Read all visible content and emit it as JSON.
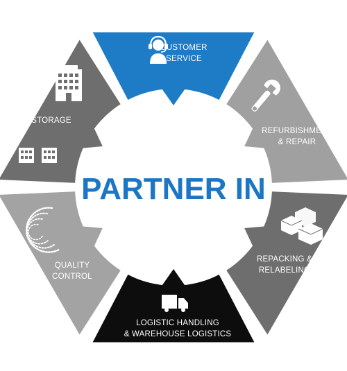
{
  "center": {
    "title": "PARTNER IN"
  },
  "segments": [
    {
      "id": "customer-service",
      "lines": [
        "CUSTOMER",
        "SERVICE"
      ],
      "color": "#1e7bc6",
      "icon": "headset-agent-icon",
      "arrow_color": "#1e7bc6"
    },
    {
      "id": "refurbishment-repair",
      "lines": [
        "REFURBISHMENT",
        "& REPAIR"
      ],
      "color": "#a0a0a0",
      "icon": "wrench-icon",
      "arrow_color": "#a0a0a0"
    },
    {
      "id": "repacking-relabeling",
      "lines": [
        "REPACKING &",
        "RELABELING"
      ],
      "color": "#6e6e6e",
      "icon": "boxes-icon",
      "arrow_color": "#6e6e6e"
    },
    {
      "id": "logistic-handling",
      "lines": [
        "LOGISTIC HANDLING",
        "& WAREHOUSE LOGISTICS"
      ],
      "color": "#0d0d0d",
      "icon": "truck-icon",
      "arrow_color": "#0d0d0d"
    },
    {
      "id": "quality-control",
      "lines": [
        "QUALITY",
        "CONTROL"
      ],
      "color": "#a3a3a3",
      "icon": "quality-swirl-icon",
      "arrow_color": "#a3a3a3"
    },
    {
      "id": "storage",
      "lines": [
        "STORAGE"
      ],
      "color": "#6e6e6e",
      "icon": "warehouse-buildings-icon",
      "arrow_color": "#6e6e6e"
    }
  ]
}
